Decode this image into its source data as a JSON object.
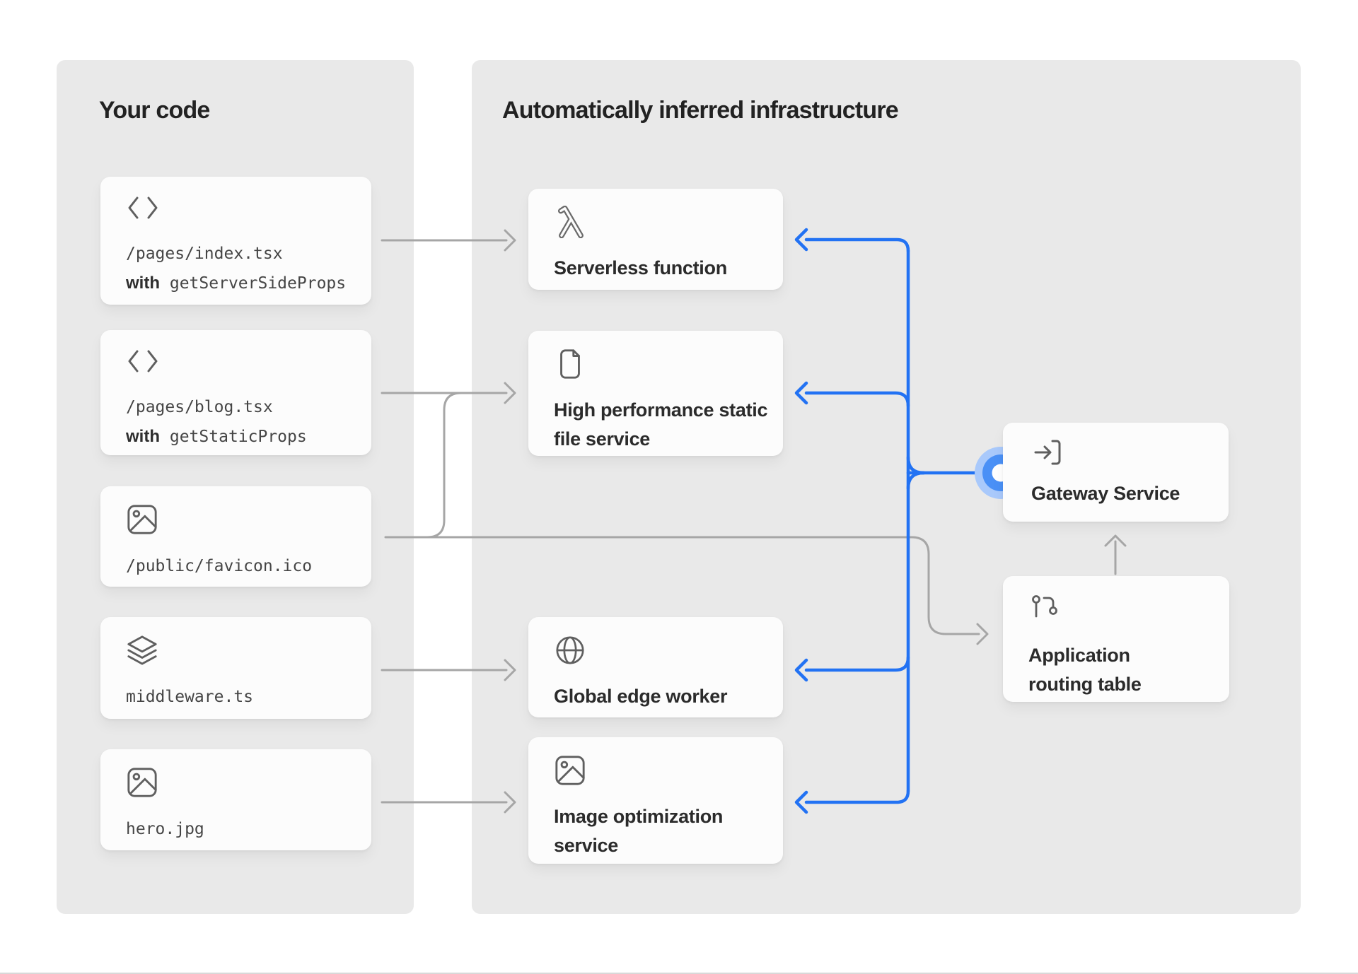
{
  "colors": {
    "panel_bg": "#e9e9e9",
    "card_bg": "#fcfcfc",
    "accent_blue": "#2272f3",
    "node_outer_blue": "#a9c9fb",
    "node_mid_blue": "#4a90f6",
    "line_gray": "#a6a6a6",
    "icon_gray": "#5f5f5f",
    "title_text": "#222222",
    "mono_text": "#454545"
  },
  "left_panel": {
    "title": "Your code",
    "cards": [
      {
        "icon": "code-icon",
        "line1": "/pages/index.tsx",
        "with_label": "with",
        "code2": "getServerSideProps"
      },
      {
        "icon": "code-icon",
        "line1": "/pages/blog.tsx",
        "with_label": "with",
        "code2": "getStaticProps"
      },
      {
        "icon": "image-icon",
        "line1": "/public/favicon.ico"
      },
      {
        "icon": "layers-icon",
        "line1": "middleware.ts"
      },
      {
        "icon": "image-icon",
        "line1": "hero.jpg"
      }
    ]
  },
  "right_panel": {
    "title": "Automatically inferred infrastructure",
    "services": [
      {
        "icon": "lambda-icon",
        "label": "Serverless function"
      },
      {
        "icon": "file-icon",
        "label": "High performance static file service"
      },
      {
        "icon": "globe-icon",
        "label": "Global edge worker"
      },
      {
        "icon": "image-icon",
        "label": "Image optimization service"
      },
      {
        "icon": "enter-icon",
        "label": "Gateway Service"
      },
      {
        "icon": "route-icon",
        "label": "Application routing table"
      }
    ]
  }
}
